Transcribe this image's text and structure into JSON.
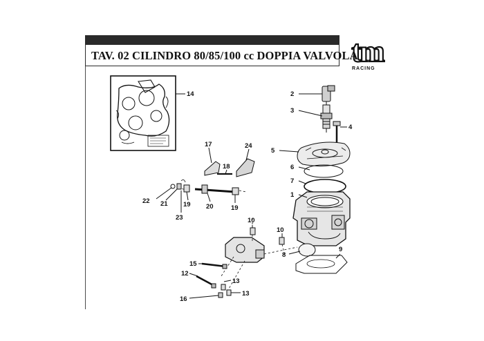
{
  "header": {
    "title": "TAV. 02 CILINDRO 80/85/100 cc DOPPIA VALVOLA",
    "logo_text": "tm",
    "logo_subtext": "RACING"
  },
  "callouts": {
    "c1": "1",
    "c2": "2",
    "c3": "3",
    "c4": "4",
    "c5": "5",
    "c6": "6",
    "c7": "7",
    "c8": "8",
    "c9": "9",
    "c10a": "10",
    "c10b": "10",
    "c12": "12",
    "c13a": "13",
    "c13b": "13",
    "c14": "14",
    "c15": "15",
    "c16": "16",
    "c17": "17",
    "c18": "18",
    "c19a": "19",
    "c19b": "19",
    "c20": "20",
    "c21": "21",
    "c22": "22",
    "c23": "23",
    "c24": "24"
  },
  "colors": {
    "ink": "#111111",
    "bar": "#2a2a2a",
    "paper": "#ffffff"
  }
}
